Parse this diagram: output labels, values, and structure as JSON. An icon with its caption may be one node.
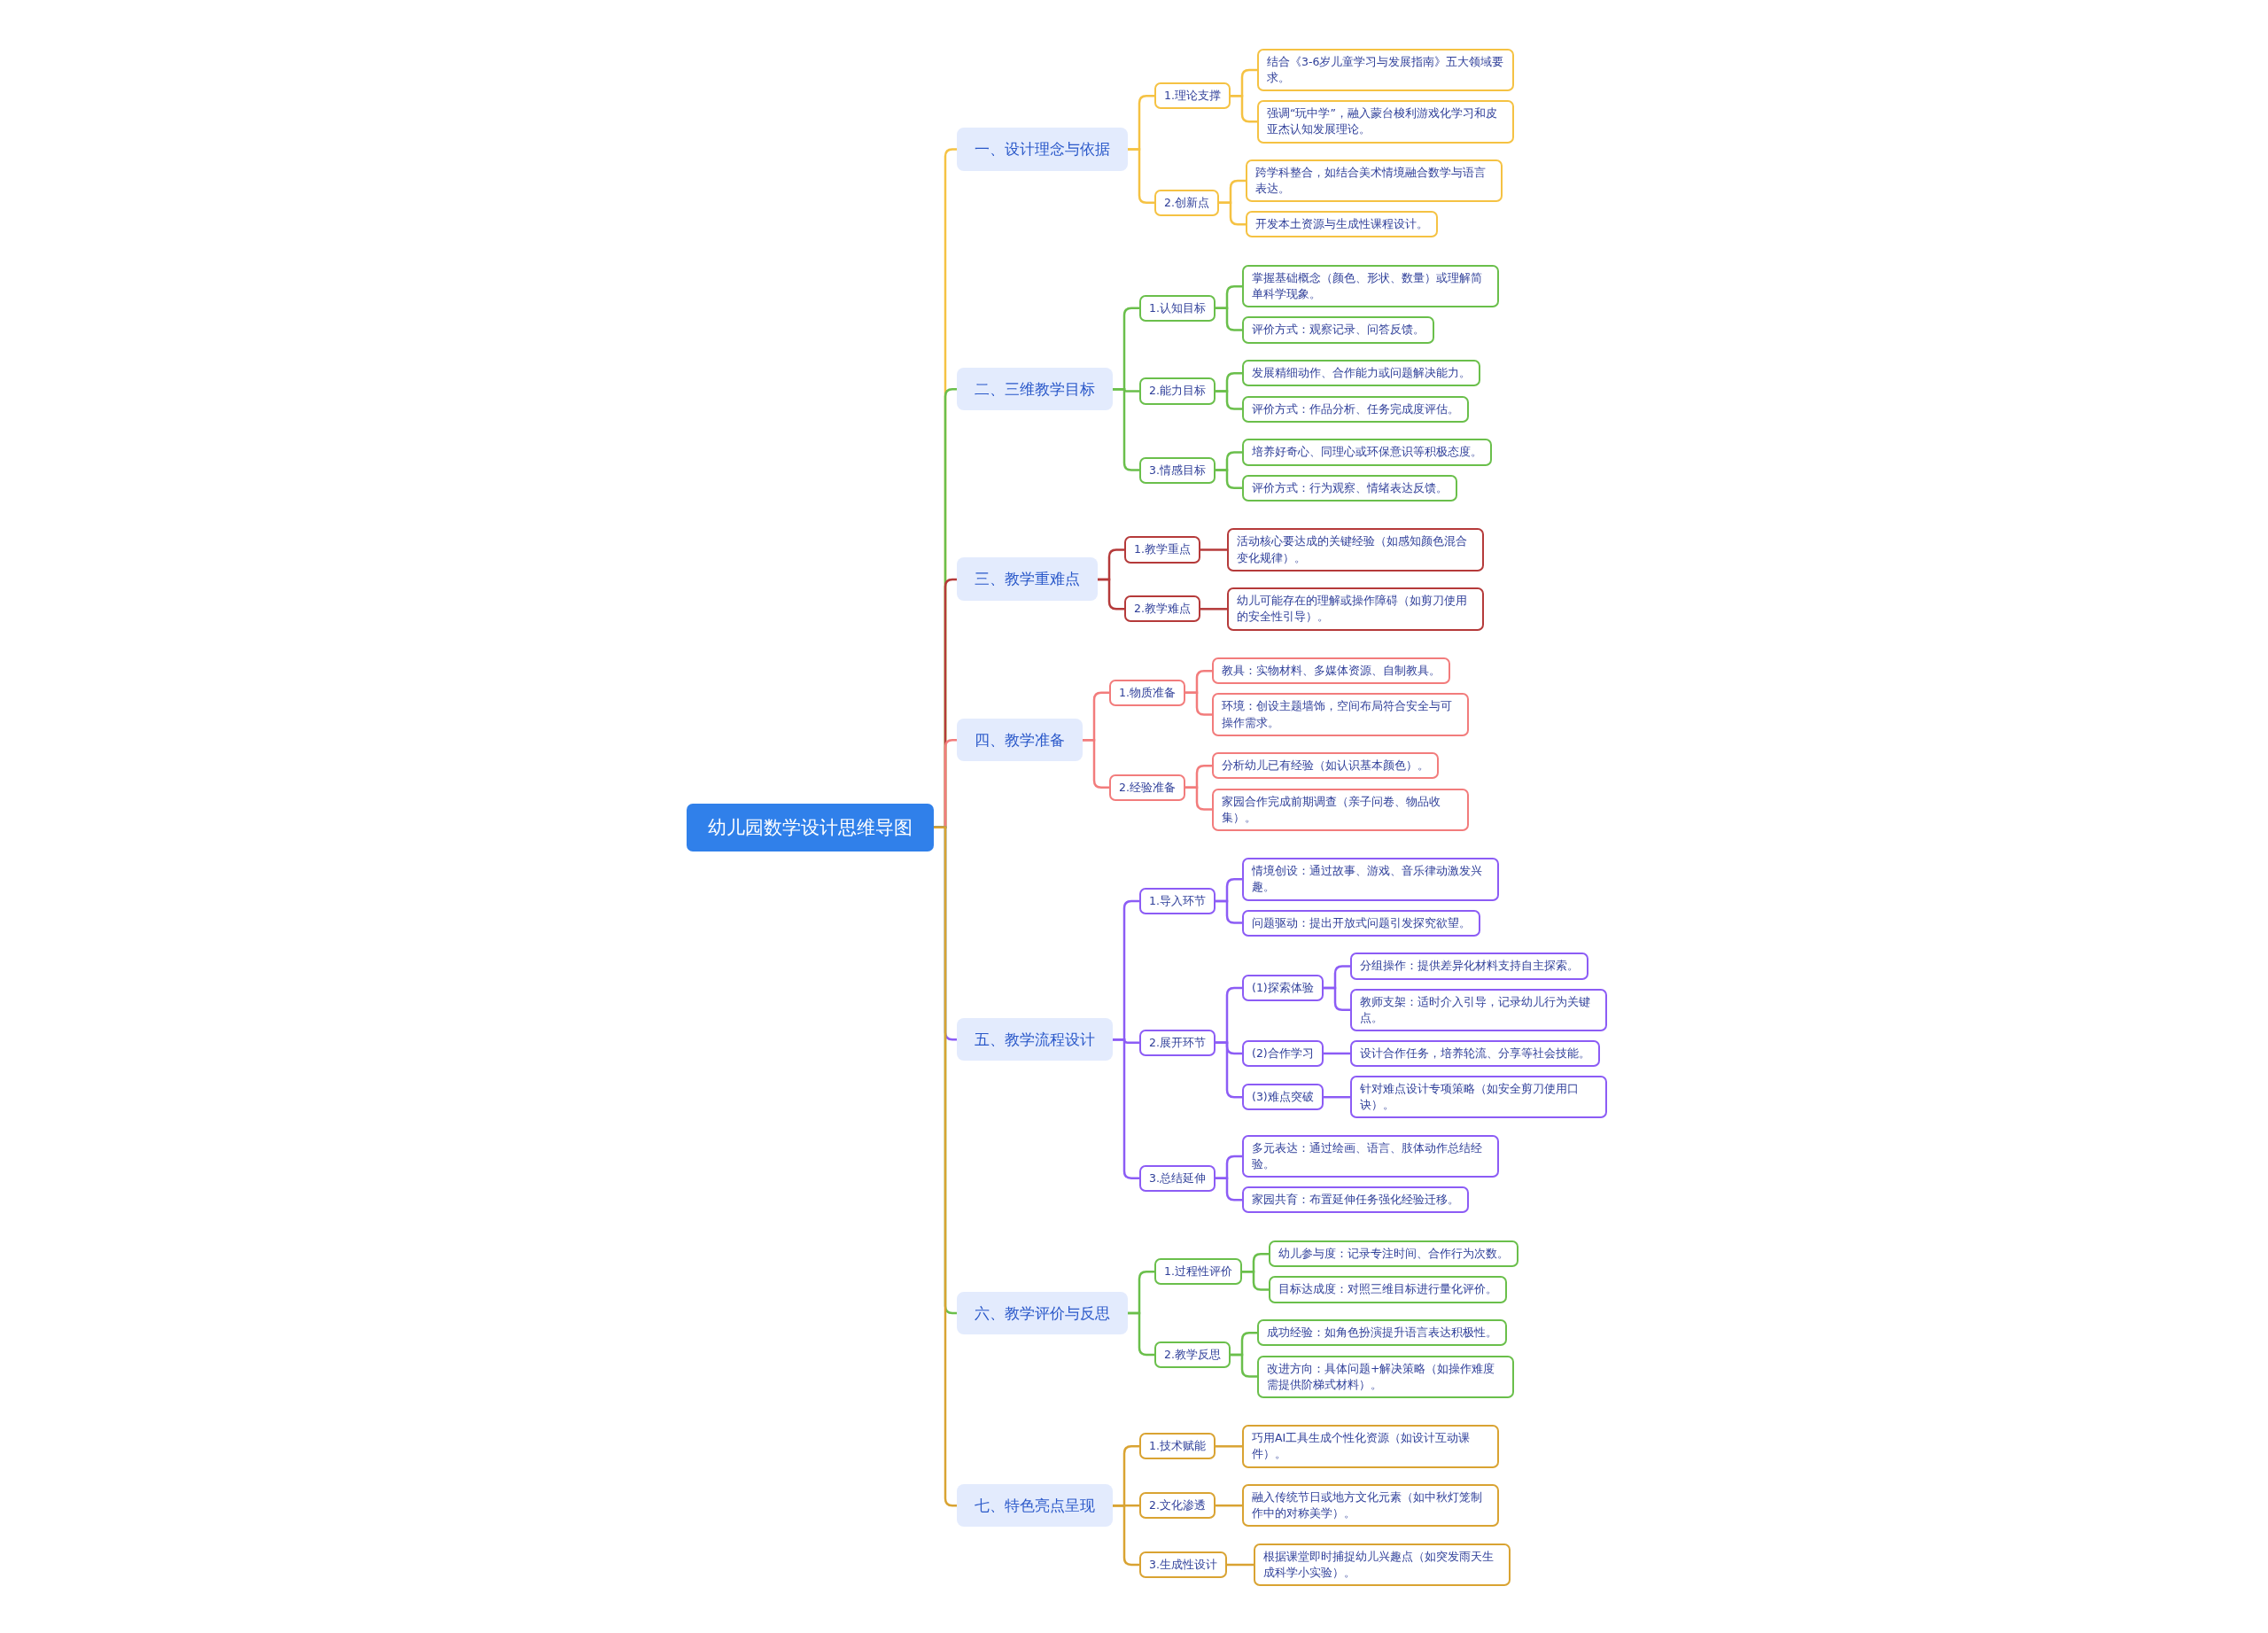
{
  "diagram": {
    "nodes": [
      {
        "text": [
          "幼儿园数学设计思维导图"
        ]
      },
      {
        "text": [
          "一、设计理念与依据"
        ]
      },
      {
        "text": [
          "1.理论支撑"
        ]
      },
      {
        "text": [
          "结合《3-6岁儿童学习与发展指南》五大领域要求。"
        ]
      },
      {
        "text": [
          "强调“玩中学”，融入蒙台梭利游戏化学习和皮亚杰认知发展理论。"
        ]
      },
      {
        "text": [
          "2.创新点"
        ]
      },
      {
        "text": [
          "跨学科整合，如结合美术情境融合数学与语言表达。"
        ]
      },
      {
        "text": [
          "开发本土资源与生成性课程设计。"
        ]
      },
      {
        "text": [
          "二、三维教学目标"
        ]
      },
      {
        "text": [
          "1.认知目标"
        ]
      },
      {
        "text": [
          "掌握基础概念（颜色、形状、数量）或理解简单科学现象。"
        ]
      },
      {
        "text": [
          "评价方式：观察记录、问答反馈。"
        ]
      },
      {
        "text": [
          "2.能力目标"
        ]
      },
      {
        "text": [
          "发展精细动作、合作能力或问题解决能力。"
        ]
      },
      {
        "text": [
          "评价方式：作品分析、任务完成度评估。"
        ]
      },
      {
        "text": [
          "3.情感目标"
        ]
      },
      {
        "text": [
          "培养好奇心、同理心或环保意识等积极态度。"
        ]
      },
      {
        "text": [
          "评价方式：行为观察、情绪表达反馈。"
        ]
      },
      {
        "text": [
          "三、教学重难点"
        ]
      },
      {
        "text": [
          "1.教学重点"
        ]
      },
      {
        "text": [
          "活动核心要达成的关键经验（如感知颜色混合变化规律）。"
        ]
      },
      {
        "text": [
          "2.教学难点"
        ]
      },
      {
        "text": [
          "幼儿可能存在的理解或操作障碍（如剪刀使用的安全性引导）。"
        ]
      },
      {
        "text": [
          "四、教学准备"
        ]
      },
      {
        "text": [
          "1.物质准备"
        ]
      },
      {
        "text": [
          "教具：实物材料、多媒体资源、自制教具。"
        ]
      },
      {
        "text": [
          "环境：创设主题墙饰，空间布局符合安全与可操作需求。"
        ]
      },
      {
        "text": [
          "2.经验准备"
        ]
      },
      {
        "text": [
          "分析幼儿已有经验（如认识基本颜色）。"
        ]
      },
      {
        "text": [
          "家园合作完成前期调查（亲子问卷、物品收集）。"
        ]
      },
      {
        "text": [
          "五、教学流程设计"
        ]
      },
      {
        "text": [
          "1.导入环节"
        ]
      },
      {
        "text": [
          "情境创设：通过故事、游戏、音乐律动激发兴趣。"
        ]
      },
      {
        "text": [
          "问题驱动：提出开放式问题引发探究欲望。"
        ]
      },
      {
        "text": [
          "2.展开环节"
        ]
      },
      {
        "text": [
          "(1)探索体验"
        ]
      },
      {
        "text": [
          "分组操作：提供差异化材料支持自主探索。"
        ]
      },
      {
        "text": [
          "教师支架：适时介入引导，记录幼儿行为关键点。"
        ]
      },
      {
        "text": [
          "(2)合作学习"
        ]
      },
      {
        "text": [
          "设计合作任务，培养轮流、分享等社会技能。"
        ]
      },
      {
        "text": [
          "(3)难点突破"
        ]
      },
      {
        "text": [
          "针对难点设计专项策略（如安全剪刀使用口诀）。"
        ]
      },
      {
        "text": [
          "3.总结延伸"
        ]
      },
      {
        "text": [
          "多元表达：通过绘画、语言、肢体动作总结经验。"
        ]
      },
      {
        "text": [
          "家园共育：布置延伸任务强化经验迁移。"
        ]
      },
      {
        "text": [
          "六、教学评价与反思"
        ]
      },
      {
        "text": [
          "1.过程性评价"
        ]
      },
      {
        "text": [
          "幼儿参与度：记录专注时间、合作行为次数。"
        ]
      },
      {
        "text": [
          "目标达成度：对照三维目标进行量化评价。"
        ]
      },
      {
        "text": [
          "2.教学反思"
        ]
      },
      {
        "text": [
          "成功经验：如角色扮演提升语言表达积极性。"
        ]
      },
      {
        "text": [
          "改进方向：具体问题+解决策略（如操作难度需提供阶梯式材料）。"
        ]
      },
      {
        "text": [
          "七、特色亮点呈现"
        ]
      },
      {
        "text": [
          "1.技术赋能"
        ]
      },
      {
        "text": [
          "巧用AI工具生成个性化资源（如设计互动课件）。"
        ]
      },
      {
        "text": [
          "2.文化渗透"
        ]
      },
      {
        "text": [
          "融入传统节日或地方文化元素（如中秋灯笼制作中的对称美学）。"
        ]
      },
      {
        "text": [
          "3.生成性设计"
        ]
      },
      {
        "text": [
          "根据课堂即时捕捉幼儿兴趣点（如突发雨天生成科学小实验）。"
        ]
      }
    ],
    "edges": [
      {
        "from": 0,
        "to": 1,
        "arrow": "none",
        "color": "#f5c243"
      },
      {
        "from": 1,
        "to": 2,
        "arrow": "none",
        "color": "#f5c243"
      },
      {
        "from": 2,
        "to": 3,
        "arrow": "none",
        "color": "#f5c243"
      },
      {
        "from": 2,
        "to": 4,
        "arrow": "none",
        "color": "#f5c243"
      },
      {
        "from": 1,
        "to": 5,
        "arrow": "none",
        "color": "#f5c243"
      },
      {
        "from": 5,
        "to": 6,
        "arrow": "none",
        "color": "#f5c243"
      },
      {
        "from": 5,
        "to": 7,
        "arrow": "none",
        "color": "#f5c243"
      },
      {
        "from": 0,
        "to": 8,
        "arrow": "none",
        "color": "#6abf4b"
      },
      {
        "from": 8,
        "to": 9,
        "arrow": "none",
        "color": "#6abf4b"
      },
      {
        "from": 9,
        "to": 10,
        "arrow": "none",
        "color": "#6abf4b"
      },
      {
        "from": 9,
        "to": 11,
        "arrow": "none",
        "color": "#6abf4b"
      },
      {
        "from": 8,
        "to": 12,
        "arrow": "none",
        "color": "#6abf4b"
      },
      {
        "from": 12,
        "to": 13,
        "arrow": "none",
        "color": "#6abf4b"
      },
      {
        "from": 12,
        "to": 14,
        "arrow": "none",
        "color": "#6abf4b"
      },
      {
        "from": 8,
        "to": 15,
        "arrow": "none",
        "color": "#6abf4b"
      },
      {
        "from": 15,
        "to": 16,
        "arrow": "none",
        "color": "#6abf4b"
      },
      {
        "from": 15,
        "to": 17,
        "arrow": "none",
        "color": "#6abf4b"
      },
      {
        "from": 0,
        "to": 18,
        "arrow": "none",
        "color": "#b53a3a"
      },
      {
        "from": 18,
        "to": 19,
        "arrow": "none",
        "color": "#b53a3a"
      },
      {
        "from": 19,
        "to": 20,
        "arrow": "none",
        "color": "#b53a3a"
      },
      {
        "from": 18,
        "to": 21,
        "arrow": "none",
        "color": "#b53a3a"
      },
      {
        "from": 21,
        "to": 22,
        "arrow": "none",
        "color": "#b53a3a"
      },
      {
        "from": 0,
        "to": 23,
        "arrow": "none",
        "color": "#f27c7c"
      },
      {
        "from": 23,
        "to": 24,
        "arrow": "none",
        "color": "#f27c7c"
      },
      {
        "from": 24,
        "to": 25,
        "arrow": "none",
        "color": "#f27c7c"
      },
      {
        "from": 24,
        "to": 26,
        "arrow": "none",
        "color": "#f27c7c"
      },
      {
        "from": 23,
        "to": 27,
        "arrow": "none",
        "color": "#f27c7c"
      },
      {
        "from": 27,
        "to": 28,
        "arrow": "none",
        "color": "#f27c7c"
      },
      {
        "from": 27,
        "to": 29,
        "arrow": "none",
        "color": "#f27c7c"
      },
      {
        "from": 0,
        "to": 30,
        "arrow": "none",
        "color": "#8c5cf5"
      },
      {
        "from": 30,
        "to": 31,
        "arrow": "none",
        "color": "#8c5cf5"
      },
      {
        "from": 31,
        "to": 32,
        "arrow": "none",
        "color": "#8c5cf5"
      },
      {
        "from": 31,
        "to": 33,
        "arrow": "none",
        "color": "#8c5cf5"
      },
      {
        "from": 30,
        "to": 34,
        "arrow": "none",
        "color": "#8c5cf5"
      },
      {
        "from": 34,
        "to": 35,
        "arrow": "none",
        "color": "#8c5cf5"
      },
      {
        "from": 35,
        "to": 36,
        "arrow": "none",
        "color": "#8c5cf5"
      },
      {
        "from": 35,
        "to": 37,
        "arrow": "none",
        "color": "#8c5cf5"
      },
      {
        "from": 34,
        "to": 38,
        "arrow": "none",
        "color": "#8c5cf5"
      },
      {
        "from": 38,
        "to": 39,
        "arrow": "none",
        "color": "#8c5cf5"
      },
      {
        "from": 34,
        "to": 40,
        "arrow": "none",
        "color": "#8c5cf5"
      },
      {
        "from": 40,
        "to": 41,
        "arrow": "none",
        "color": "#8c5cf5"
      },
      {
        "from": 30,
        "to": 42,
        "arrow": "none",
        "color": "#8c5cf5"
      },
      {
        "from": 42,
        "to": 43,
        "arrow": "none",
        "color": "#8c5cf5"
      },
      {
        "from": 42,
        "to": 44,
        "arrow": "none",
        "color": "#8c5cf5"
      },
      {
        "from": 0,
        "to": 45,
        "arrow": "none",
        "color": "#6abf4b"
      },
      {
        "from": 45,
        "to": 46,
        "arrow": "none",
        "color": "#6abf4b"
      },
      {
        "from": 46,
        "to": 47,
        "arrow": "none",
        "color": "#6abf4b"
      },
      {
        "from": 46,
        "to": 48,
        "arrow": "none",
        "color": "#6abf4b"
      },
      {
        "from": 45,
        "to": 49,
        "arrow": "none",
        "color": "#6abf4b"
      },
      {
        "from": 49,
        "to": 50,
        "arrow": "none",
        "color": "#6abf4b"
      },
      {
        "from": 49,
        "to": 51,
        "arrow": "none",
        "color": "#6abf4b"
      },
      {
        "from": 0,
        "to": 52,
        "arrow": "none",
        "color": "#d9a332"
      },
      {
        "from": 52,
        "to": 53,
        "arrow": "none",
        "color": "#d9a332"
      },
      {
        "from": 53,
        "to": 54,
        "arrow": "none",
        "color": "#d9a332"
      },
      {
        "from": 52,
        "to": 55,
        "arrow": "none",
        "color": "#d9a332"
      },
      {
        "from": 55,
        "to": 56,
        "arrow": "none",
        "color": "#d9a332"
      },
      {
        "from": 52,
        "to": 57,
        "arrow": "none",
        "color": "#d9a332"
      },
      {
        "from": 57,
        "to": 58,
        "arrow": "none",
        "color": "#d9a332"
      }
    ]
  }
}
